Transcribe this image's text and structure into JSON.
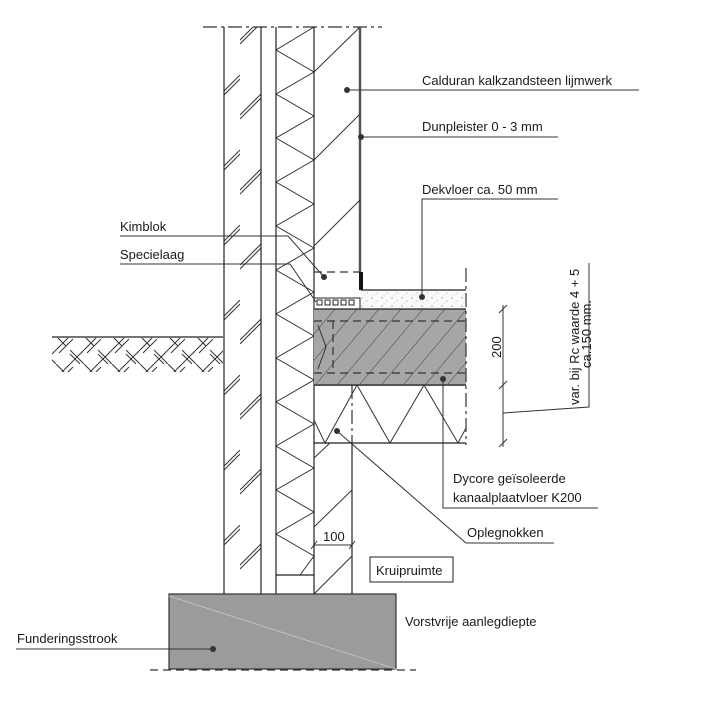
{
  "labels": {
    "calduran": "Calduran kalkzandsteen lijmwerk",
    "dunpleister": "Dunpleister 0 - 3 mm",
    "dekvloer": "Dekvloer ca. 50 mm",
    "kimblok": "Kimblok",
    "specielaag": "Specielaag",
    "dycore_line1": "Dycore geïsoleerde",
    "dycore_line2": "kanaalplaatvloer K200",
    "oplegnokken": "Oplegnokken",
    "kruipruimte": "Kruipruimte",
    "funderingsstrook": "Funderingsstrook",
    "vorstvrije": "Vorstvrije aanlegdiepte",
    "var_line1": "var. bij Rc waarde 4 + 5",
    "var_line2": "ca.150 mm."
  },
  "dimensions": {
    "slab_thickness": "200",
    "wall_width": "100"
  },
  "colors": {
    "concrete": "#a6a6a6",
    "foundation": "#9b9b9b",
    "line": "#222222",
    "screed": "#f2f2f2"
  }
}
